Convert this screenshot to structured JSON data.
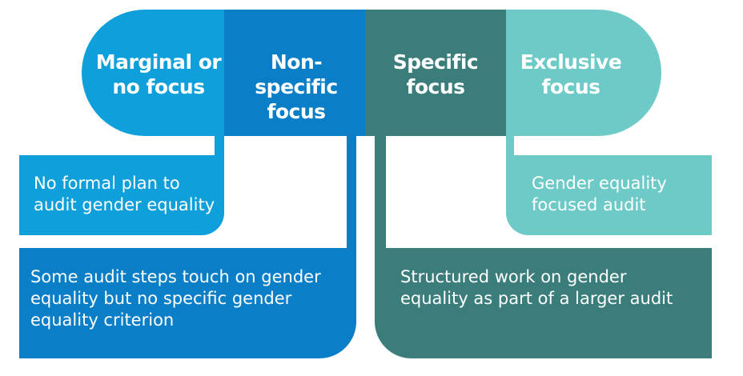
{
  "colors": {
    "marginal": "#0f9fdb",
    "non_specific": "#0a7fc8",
    "specific": "#3a7d7a",
    "exclusive": "#6ecac7"
  },
  "categories": {
    "marginal": {
      "label": "Marginal or no focus",
      "description": "No formal plan to audit gender equality"
    },
    "non_specific": {
      "label": "Non-specific focus",
      "description": "Some audit steps touch on gender equality but no specific gender equality criterion"
    },
    "specific": {
      "label": "Specific focus",
      "description": "Structured work on gender equality as part of a larger audit"
    },
    "exclusive": {
      "label": "Exclusive focus",
      "description": "Gender equality focused audit"
    }
  }
}
